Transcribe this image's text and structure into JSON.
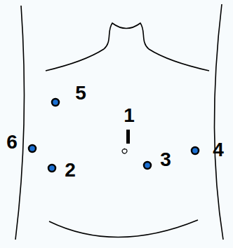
{
  "diagram": {
    "labels": [
      "5",
      "1",
      "6",
      "4",
      "3",
      "2"
    ]
  }
}
